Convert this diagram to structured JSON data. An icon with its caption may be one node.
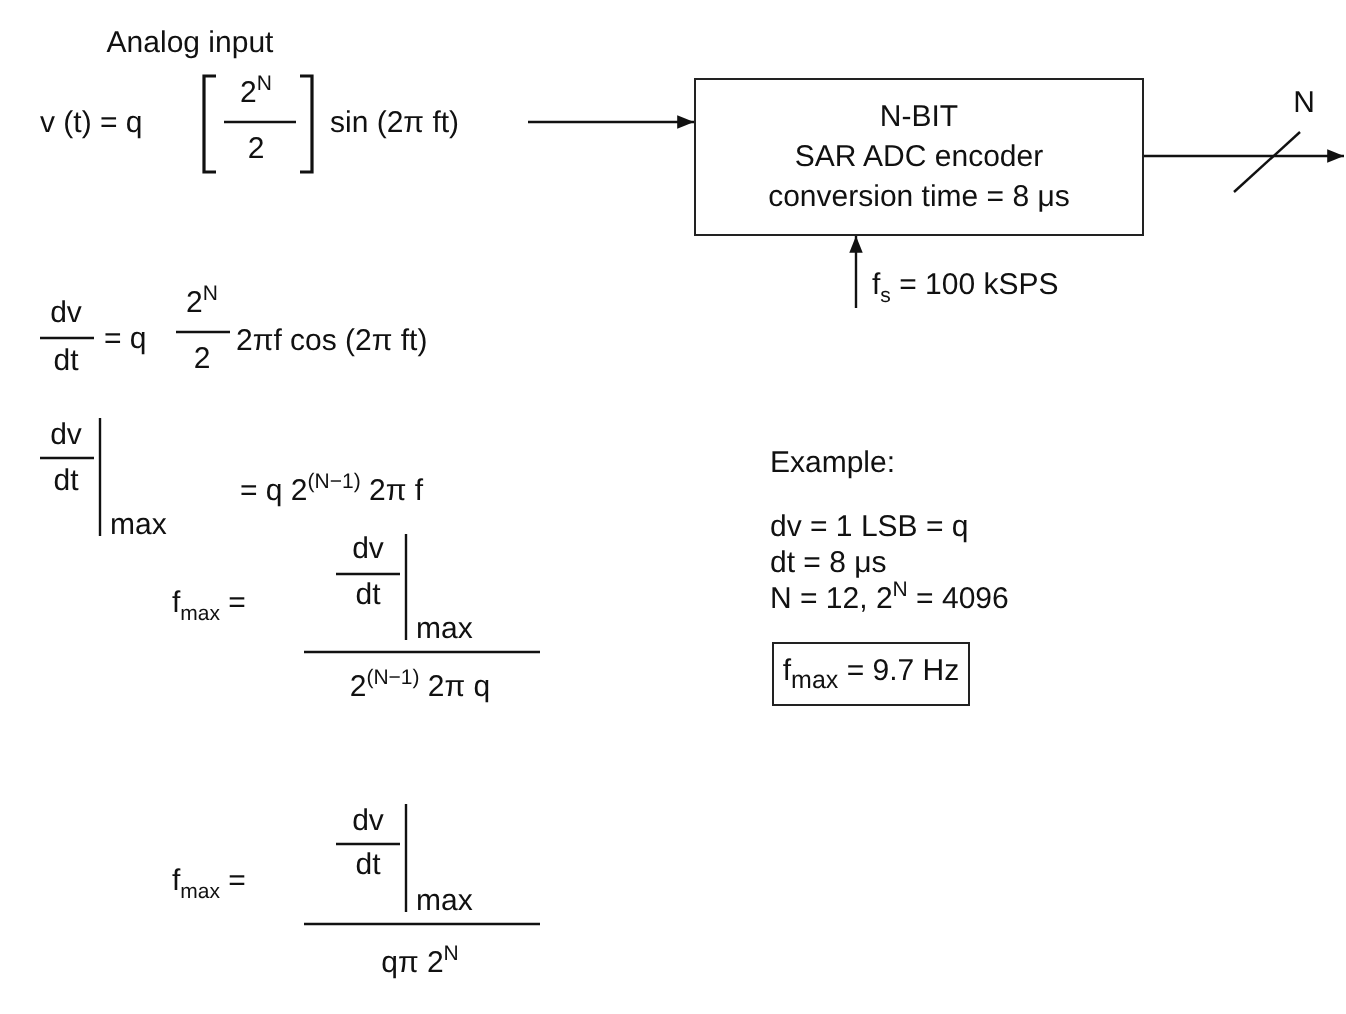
{
  "diagram": {
    "nodes": [
      {
        "text": [
          "Analog input",
          "v (t) = q",
          "2$^{N}$",
          "2",
          "sin (2π ft)"
        ]
      },
      {
        "text": [
          "N-BIT",
          "SAR ADC encoder",
          "conversion time = 8 μs"
        ]
      },
      {
        "text": [
          "f$_{max}$ = 9.7 Hz"
        ]
      }
    ],
    "edges": [
      {
        "from": 0,
        "to": 1,
        "arrow": "to"
      },
      {
        "from": 1,
        "to": null,
        "arrow": "to",
        "label": "N"
      },
      {
        "from": null,
        "to": 1,
        "arrow": "to",
        "label": "f$_{s}$ = 100 kSPS"
      }
    ],
    "labels": [
      "dv",
      "dt",
      "= q",
      "2$^{N}$",
      "2",
      "2πf cos (2π ft)",
      "dv",
      "dt",
      "max",
      "= q 2$^{(N−1)}$ 2π f",
      "f$_{max}$ =",
      "dv",
      "dt",
      "max",
      "2$^{(N−1)}$ 2π q",
      "f$_{max}$ =",
      "dv",
      "dt",
      "max",
      "qπ 2$^{N}$",
      "Example:",
      "dv = 1 LSB = q",
      "dt = 8 μs",
      "N = 12,  2$^{N}$ = 4096"
    ]
  }
}
